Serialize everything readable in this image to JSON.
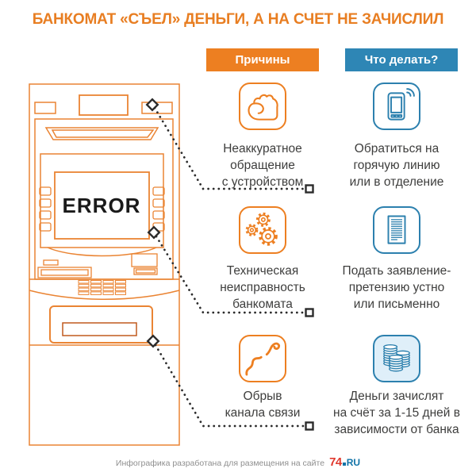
{
  "title": "БАНКОМАТ «СЪЕЛ» ДЕНЬГИ, А НА СЧЕТ НЕ ЗАЧИСЛИЛ",
  "atm": {
    "screen_text": "ERROR"
  },
  "columns": {
    "causes": {
      "header": "Причины",
      "items": [
        {
          "icon": "fist-icon",
          "label": "Неаккуратное\nобращение\nс устройством"
        },
        {
          "icon": "gears-icon",
          "label": "Техническая\nнеисправность\nбанкомата"
        },
        {
          "icon": "broken-cable-icon",
          "label": "Обрыв\nканала связи"
        }
      ]
    },
    "actions": {
      "header": "Что делать?",
      "items": [
        {
          "icon": "phone-hotline-icon",
          "label": "Обратиться на\nгорячую линию\nили в отделение"
        },
        {
          "icon": "claim-document-icon",
          "label": "Подать заявление-\nпретензию устно\nили письменно"
        },
        {
          "icon": "coins-icon",
          "label": "Деньги зачислят\nна счёт за 1-15 дней в\nзависимости от банка"
        }
      ]
    }
  },
  "footer": {
    "text": "Инфографика разработана для размещения на сайте",
    "logo_number": "74",
    "logo_tld": "RU"
  },
  "colors": {
    "orange": "#ED7F21",
    "blue": "#2C80AE",
    "badge_blue": "#2E86B5",
    "atm_outline": "#EA8433",
    "text_dark": "#3E3E3D",
    "connector_dark": "#2B2B2B",
    "logo_red": "#E0392E",
    "logo_blue": "#1173A7"
  }
}
